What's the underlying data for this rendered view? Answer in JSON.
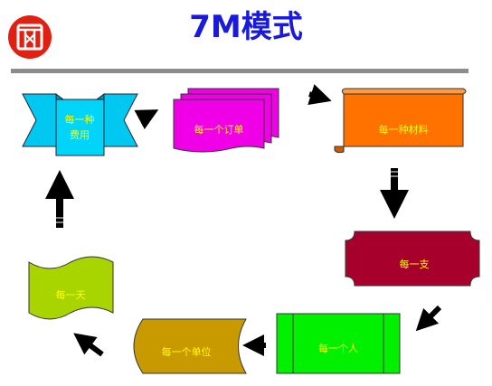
{
  "title": "7M模式",
  "nodes": {
    "expense": {
      "line1": "每一种",
      "line2": "费用",
      "color": "#00c8f0"
    },
    "order": {
      "label": "每一个订单",
      "color": "#f000e6"
    },
    "material": {
      "label": "每一种材料",
      "color": "#ff7200"
    },
    "branch": {
      "label": "每一支",
      "color": "#a8002c"
    },
    "person": {
      "label": "每一个人",
      "color": "#00f000"
    },
    "unit": {
      "label": "每一个单位",
      "color": "#c89a00"
    },
    "day": {
      "label": "每一天",
      "color": "#a8d400"
    }
  },
  "colors": {
    "title": "#1a1adb",
    "label_text": "#ffff00",
    "arrow": "#000000",
    "divider": "#8c8c8c",
    "logo": "#e02010"
  }
}
